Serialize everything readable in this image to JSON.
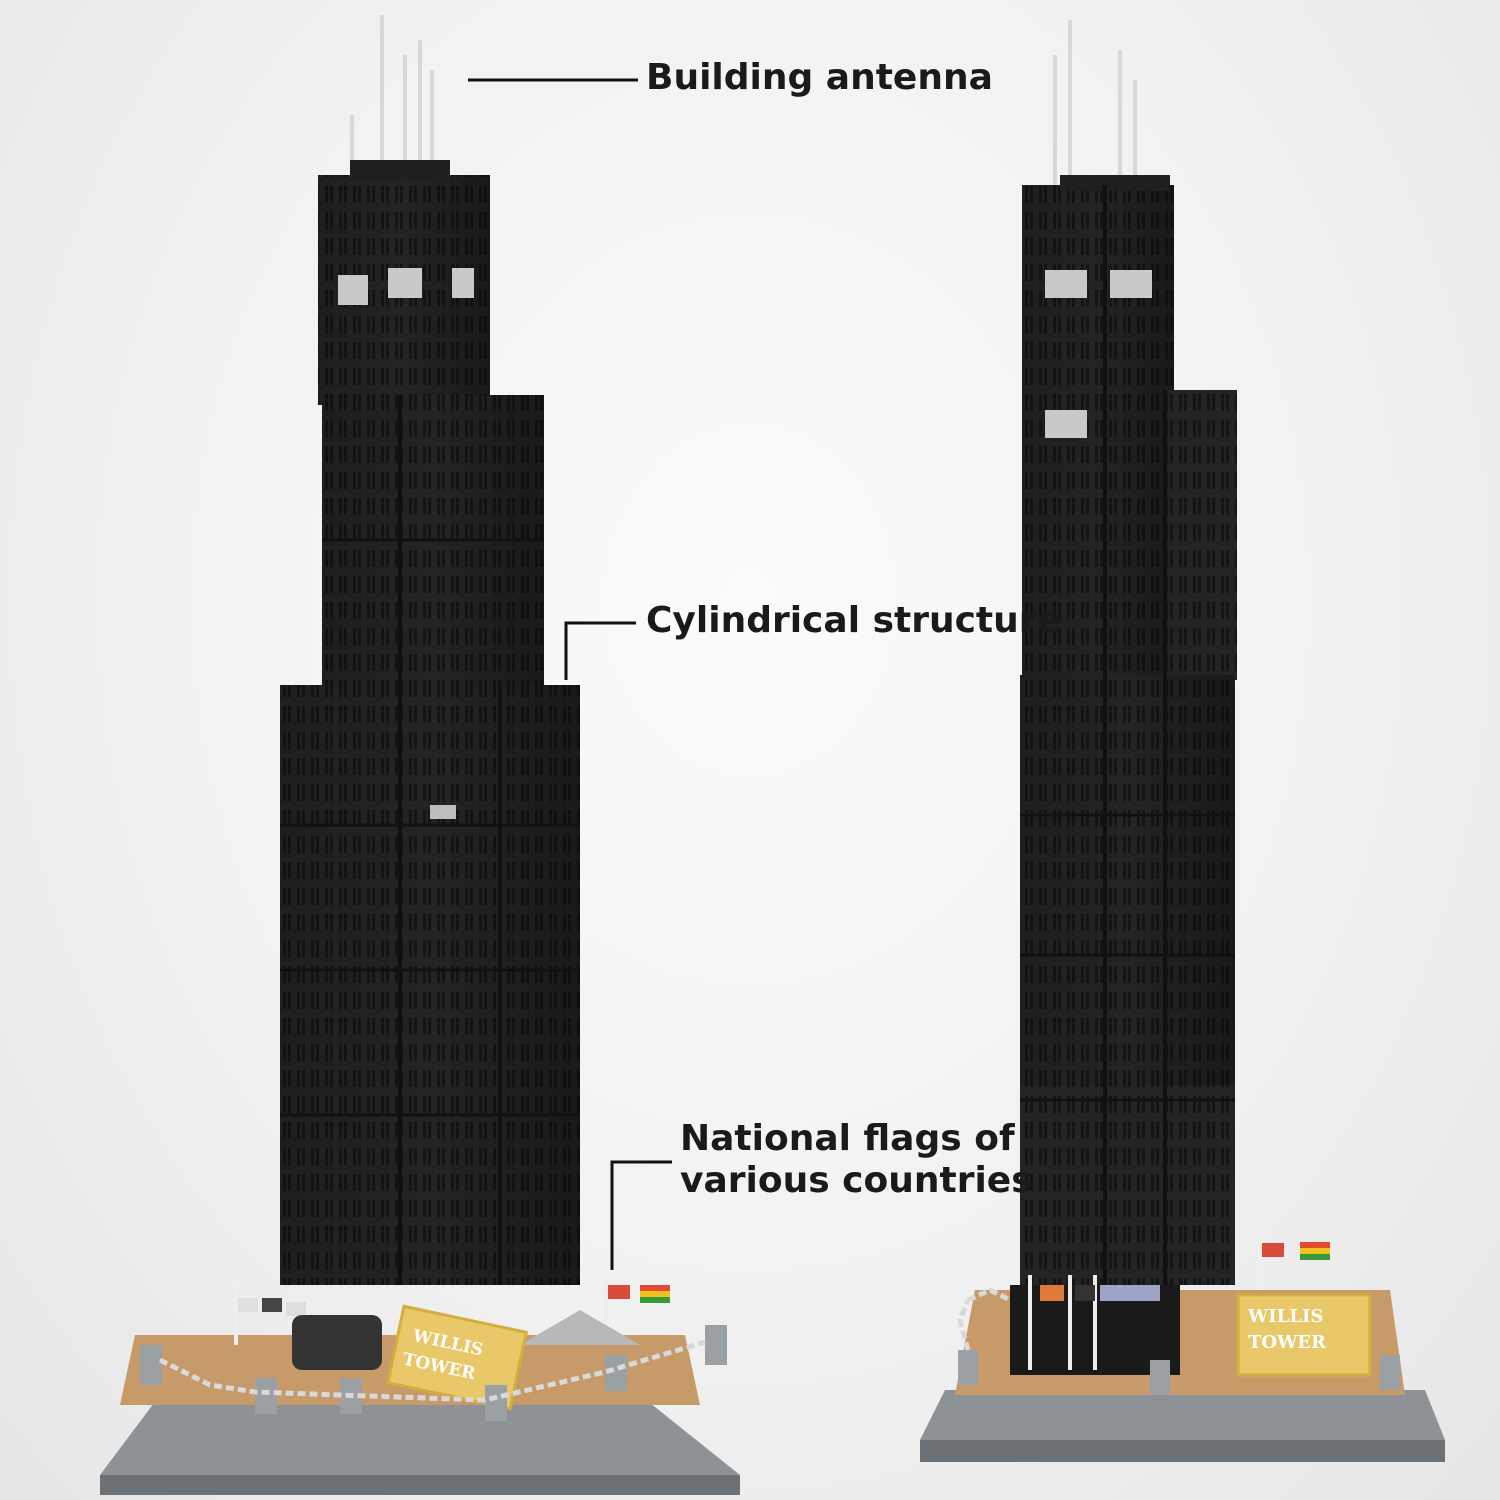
{
  "callouts": {
    "antenna": "Building antenna",
    "cylindrical": "Cylindrical structure",
    "flags_line1": "National flags of",
    "flags_line2": "various countries"
  },
  "sign": {
    "line1": "WILLIS",
    "line2": "TOWER"
  },
  "colors": {
    "background": "#f1f1f1",
    "tower": "#1e1e1e",
    "base_plate": "#8d9296",
    "sign": "#e8c868",
    "text": "#1a1a1a"
  }
}
